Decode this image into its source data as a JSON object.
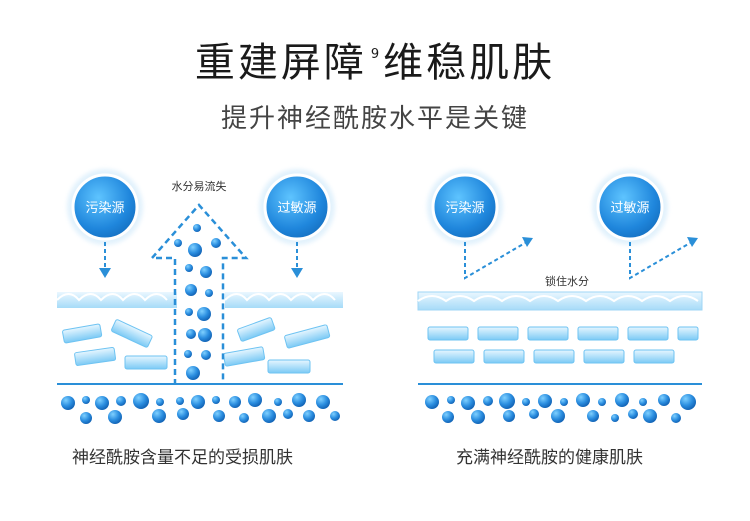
{
  "header": {
    "title_a": "重建屏障",
    "title_sup": "9",
    "title_b": "维稳肌肤",
    "subtitle": "提升神经酰胺水平是关键"
  },
  "left_panel": {
    "source_left": "污染源",
    "source_right": "过敏源",
    "arrow_label": "水分易流失",
    "caption": "神经酰胺含量不足的受损肌肤"
  },
  "right_panel": {
    "source_left": "污染源",
    "source_right": "过敏源",
    "lock_label": "锁住水分",
    "caption": "充满神经酰胺的健康肌肤"
  },
  "colors": {
    "accent_blue": "#2a8fd8",
    "dark_blue": "#1560a8",
    "light_blue": "#bfe3f8",
    "line_blue": "#3a9be0"
  }
}
